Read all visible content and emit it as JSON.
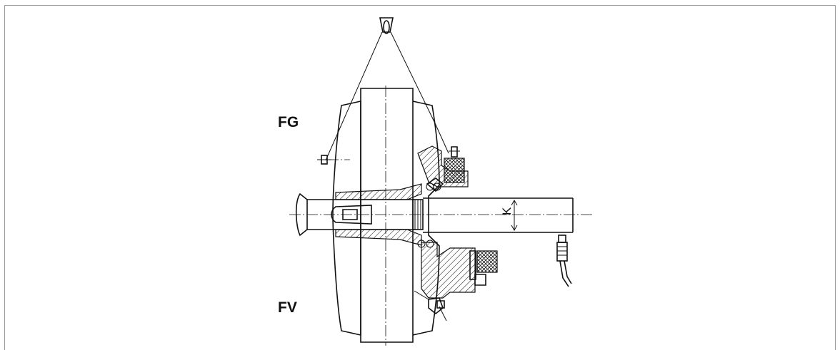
{
  "labels": {
    "fg": "FG",
    "fv": "FV",
    "k": "K"
  },
  "colors": {
    "line": "#111111",
    "frame": "#9a9a9a",
    "background": "#ffffff"
  }
}
